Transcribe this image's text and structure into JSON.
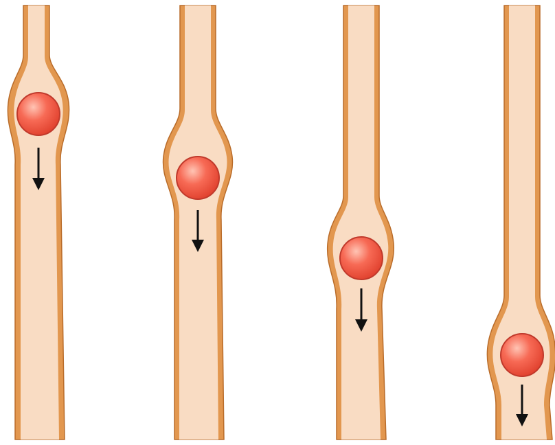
{
  "colors": {
    "background": "#ffffff",
    "tube_fill": "#f9dcc3",
    "tube_wall": "#e2974f",
    "tube_outline": "#b96c2a",
    "bolus_light": "#ffc4b4",
    "bolus_mid": "#f76a55",
    "bolus_dark": "#e0402d",
    "bolus_outline": "#c0392b",
    "arrow": "#111111"
  },
  "icons": {
    "arrow": "down-arrow-icon",
    "bolus": "bolus-sphere"
  },
  "stages": [
    {
      "name": "stage-1",
      "bolus_position": 0.18
    },
    {
      "name": "stage-2",
      "bolus_position": 0.39
    },
    {
      "name": "stage-3",
      "bolus_position": 0.58
    },
    {
      "name": "stage-4",
      "bolus_position": 0.8
    }
  ]
}
